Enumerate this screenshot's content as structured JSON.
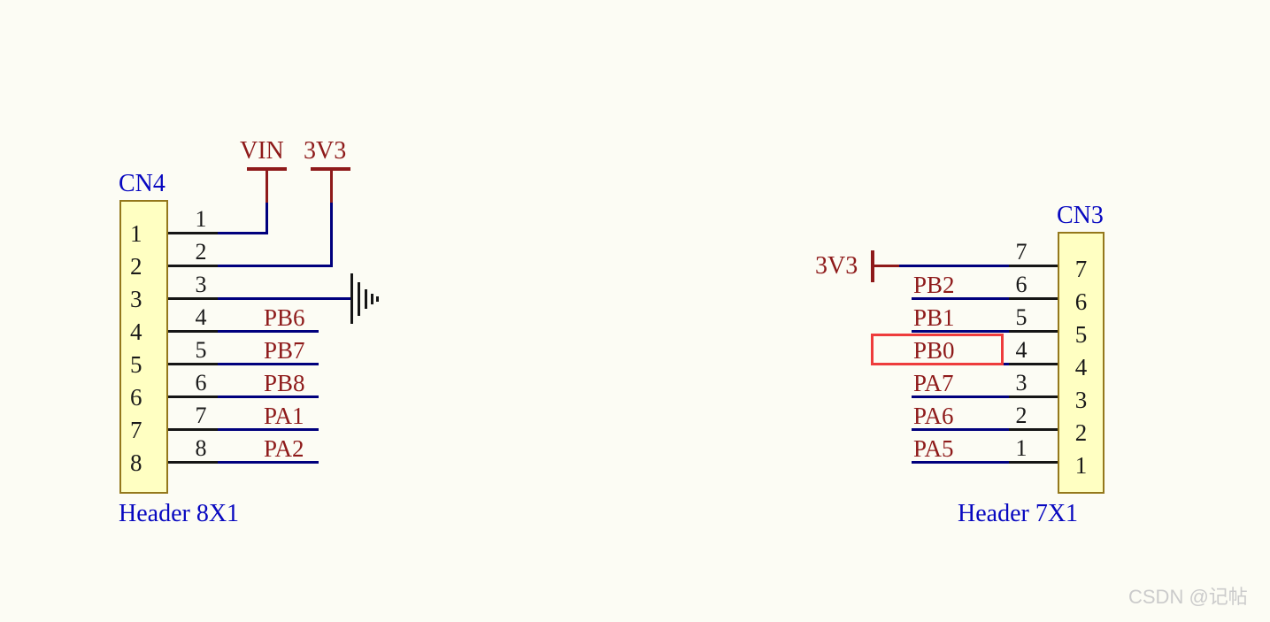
{
  "diagram": {
    "type": "circuit-schematic",
    "watermark": "CSDN @记帖"
  },
  "colors": {
    "background": "#FCFCF4",
    "designator_blue": "#0808C0",
    "net_label_red": "#8E1A1A",
    "wire_blue": "#00007D",
    "pin_black": "#151515",
    "header_fill": "#FFFFC2",
    "header_border": "#94781C",
    "highlight_red": "#EE3C3C"
  },
  "cn4": {
    "designator": "CN4",
    "description": "Header 8X1",
    "body_pin_numbers": [
      "1",
      "2",
      "3",
      "4",
      "5",
      "6",
      "7",
      "8"
    ],
    "pins": [
      {
        "num": "1",
        "net": "VIN",
        "connection": "power-port"
      },
      {
        "num": "2",
        "net": "3V3",
        "connection": "power-port"
      },
      {
        "num": "3",
        "net": "",
        "connection": "ground-symbol"
      },
      {
        "num": "4",
        "net": "PB6",
        "connection": "net-label"
      },
      {
        "num": "5",
        "net": "PB7",
        "connection": "net-label"
      },
      {
        "num": "6",
        "net": "PB8",
        "connection": "net-label"
      },
      {
        "num": "7",
        "net": "PA1",
        "connection": "net-label"
      },
      {
        "num": "8",
        "net": "PA2",
        "connection": "net-label"
      }
    ]
  },
  "cn3": {
    "designator": "CN3",
    "description": "Header 7X1",
    "body_pin_numbers": [
      "7",
      "6",
      "5",
      "4",
      "3",
      "2",
      "1"
    ],
    "pins": [
      {
        "num": "7",
        "net": "3V3",
        "connection": "power-port"
      },
      {
        "num": "6",
        "net": "PB2",
        "connection": "net-label"
      },
      {
        "num": "5",
        "net": "PB1",
        "connection": "net-label"
      },
      {
        "num": "4",
        "net": "PB0",
        "connection": "net-label",
        "highlighted": true
      },
      {
        "num": "3",
        "net": "PA7",
        "connection": "net-label"
      },
      {
        "num": "2",
        "net": "PA6",
        "connection": "net-label"
      },
      {
        "num": "1",
        "net": "PA5",
        "connection": "net-label"
      }
    ]
  }
}
